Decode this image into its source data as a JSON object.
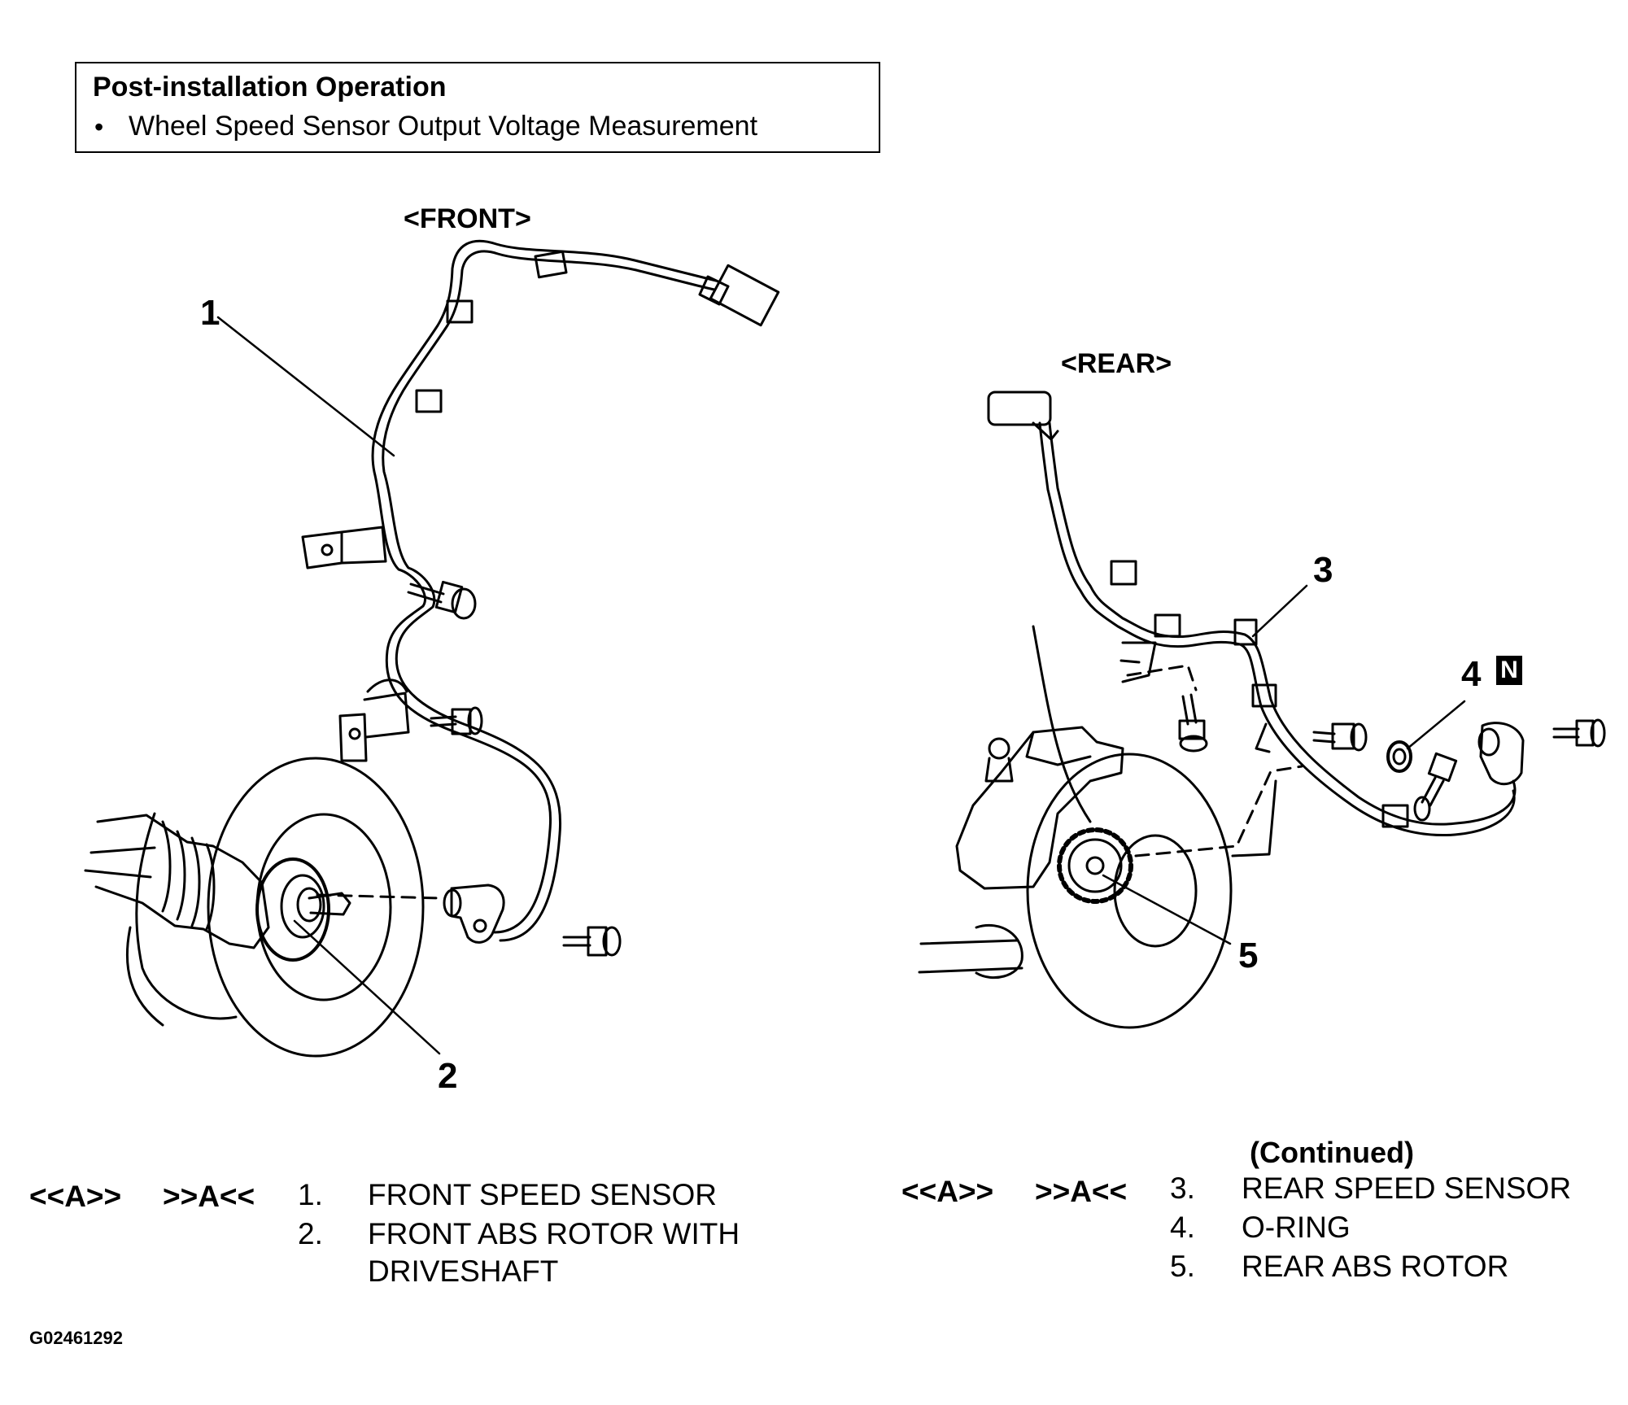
{
  "note": {
    "title": "Post-installation Operation",
    "bullet": "•",
    "item": "Wheel Speed Sensor Output Voltage Measurement"
  },
  "views": {
    "front": "<FRONT>",
    "rear": "<REAR>"
  },
  "callouts": {
    "c1": "1",
    "c2": "2",
    "c3": "3",
    "c4": "4",
    "c5": "5",
    "new_part_badge": "N"
  },
  "legend_left": {
    "removal_code": "<<A>>",
    "install_code": ">>A<<",
    "items": [
      {
        "num": "1.",
        "text": "FRONT SPEED SENSOR"
      },
      {
        "num": "2.",
        "text": "FRONT ABS ROTOR WITH"
      }
    ],
    "item2_line2": "DRIVESHAFT"
  },
  "legend_right": {
    "continued": "(Continued)",
    "removal_code": "<<A>>",
    "install_code": ">>A<<",
    "items": [
      {
        "num": "3.",
        "text": "REAR SPEED SENSOR"
      },
      {
        "num": "4.",
        "text": "O-RING"
      },
      {
        "num": "5.",
        "text": "REAR ABS ROTOR"
      }
    ]
  },
  "figure_code": "G02461292"
}
